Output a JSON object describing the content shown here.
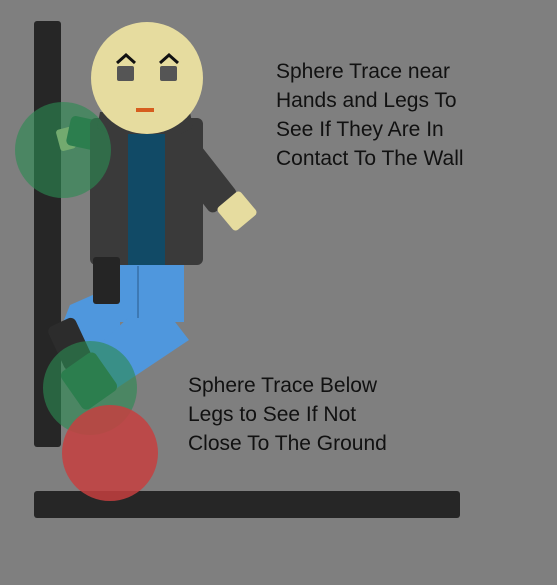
{
  "annotations": {
    "hands_legs_trace": {
      "lines": [
        "Sphere Trace near",
        "Hands and Legs To",
        "See If They Are In",
        "Contact To The Wall"
      ]
    },
    "ground_trace": {
      "lines": [
        "Sphere Trace Below",
        "Legs to See If Not",
        "Close To The Ground"
      ]
    }
  },
  "colors": {
    "background": "#7f7f7f",
    "wall": "#262626",
    "floor": "#262626",
    "skin": "#e6dc9f",
    "jacket": "#3a3a3a",
    "shirt": "#114a66",
    "pants": "#4f97dd",
    "shoe": "#2f6b47",
    "wall_contact_sphere": "#2c8a52",
    "ground_sphere": "#c64040",
    "mouth": "#d65d1e"
  }
}
